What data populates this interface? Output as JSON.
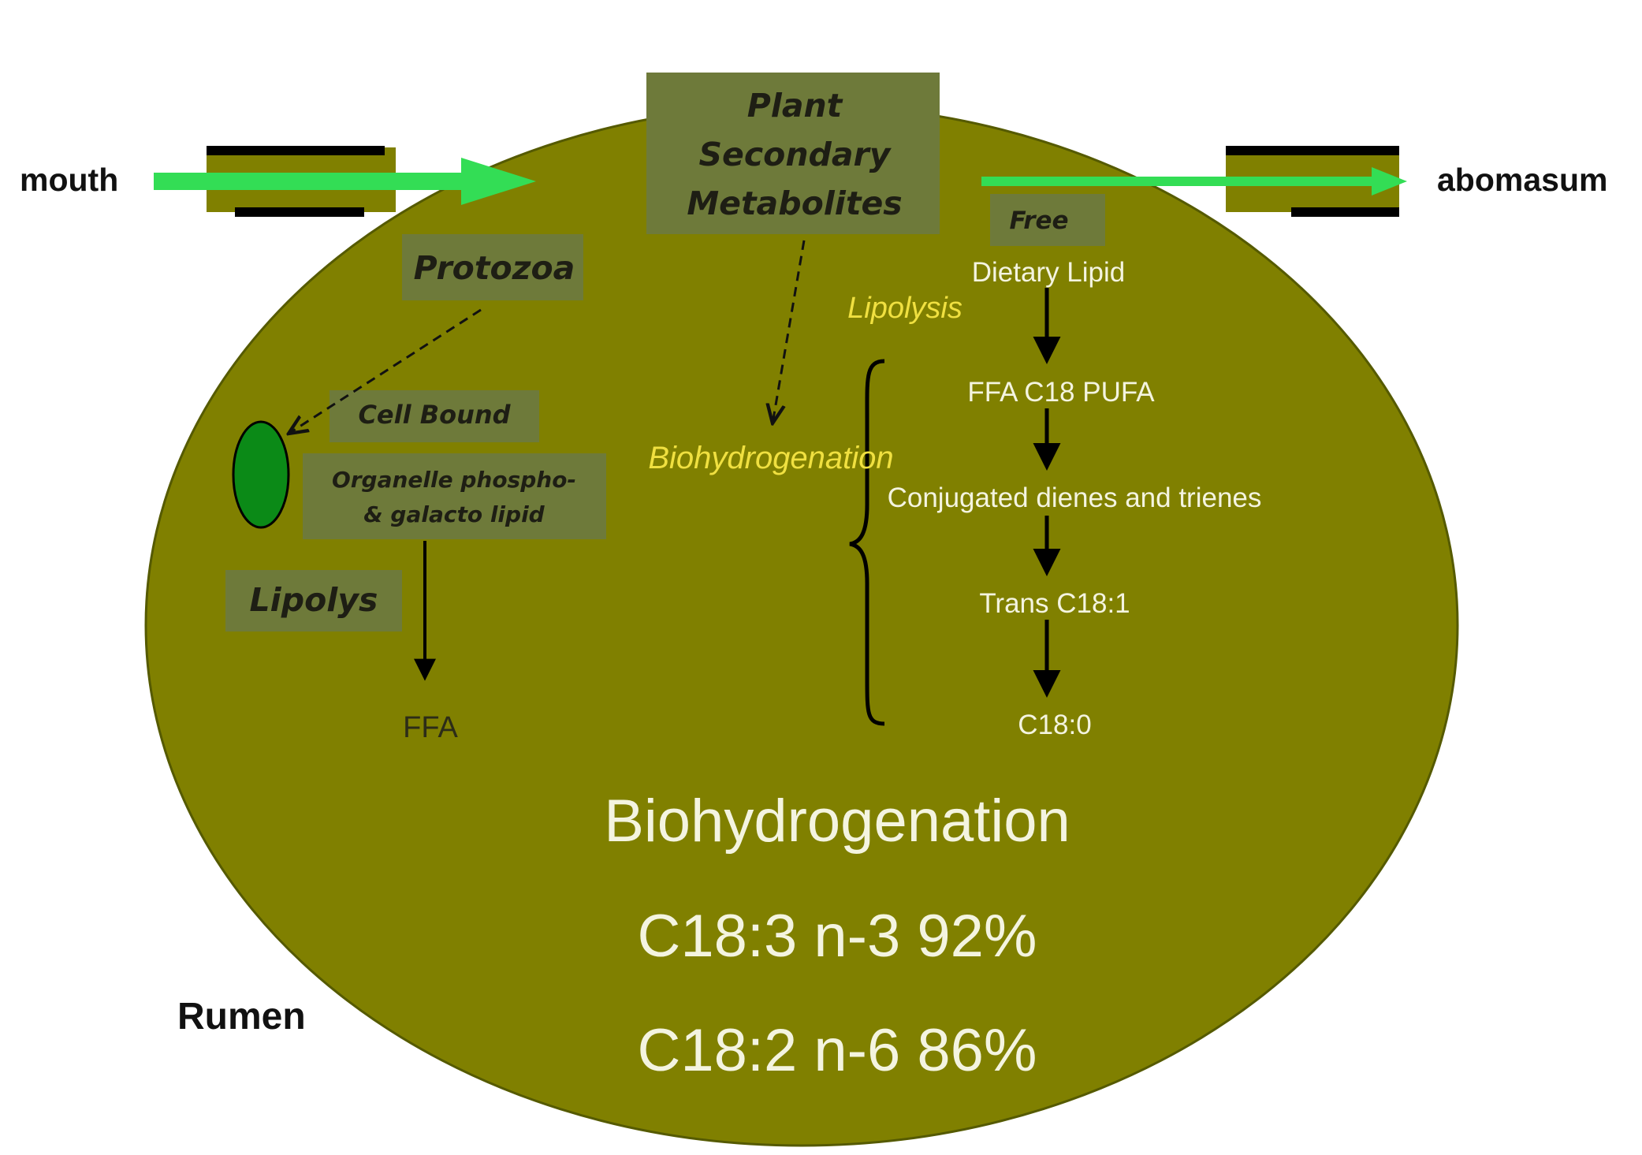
{
  "labels": {
    "mouth": "mouth",
    "abomasum": "abomasum",
    "rumen": "Rumen"
  },
  "boxes": {
    "plant_line1": "Plant",
    "plant_line2": "Secondary",
    "plant_line3": "Metabolites",
    "protozoa": "Protozoa",
    "cell_bound": "Cell Bound",
    "organelle_line1": "Organelle  phospho-",
    "organelle_line2": "& galacto lipid",
    "lipolys": "Lipolys",
    "free": "Free"
  },
  "pathway": {
    "dietary_lipid": "Dietary Lipid",
    "lipolysis": "Lipolysis",
    "ffa_c18_pufa": "FFA C18 PUFA",
    "biohydrogenation_label": "Biohydrogenation",
    "conjugated": "Conjugated dienes and trienes",
    "trans_c18_1": "Trans C18:1",
    "c18_0": "C18:0",
    "ffa": "FFA"
  },
  "summary": {
    "title": "Biohydrogenation",
    "line1": "C18:3 n-3 92%",
    "line2": "C18:2 n-6 86%"
  },
  "colors": {
    "rumen_fill": "#808000",
    "box_fill": "#6e7a3a",
    "green_arrow": "#33dd55",
    "cell_fill": "#0b8a17",
    "yellow_text": "#f0e040",
    "white_text": "#f4f4e0"
  }
}
